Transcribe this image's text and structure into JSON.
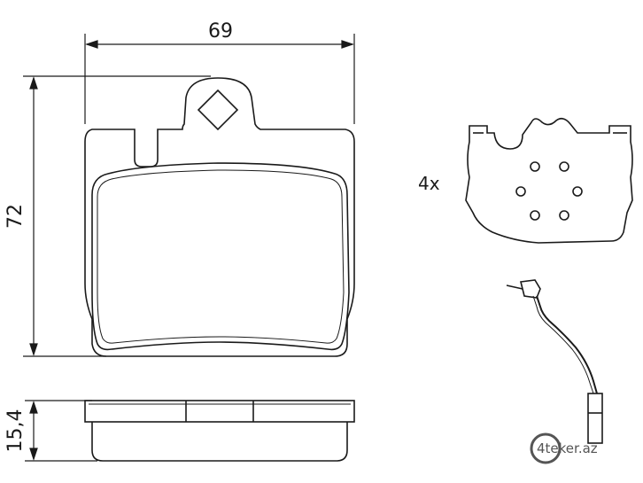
{
  "dimensions": {
    "width": "69",
    "height": "72",
    "thickness": "15,4"
  },
  "accessories": {
    "shim_quantity": "4x"
  },
  "watermark": {
    "brand": "4teker.az"
  },
  "colors": {
    "line": "#1a1a1a",
    "watermark": "#555555",
    "background": "#ffffff"
  }
}
